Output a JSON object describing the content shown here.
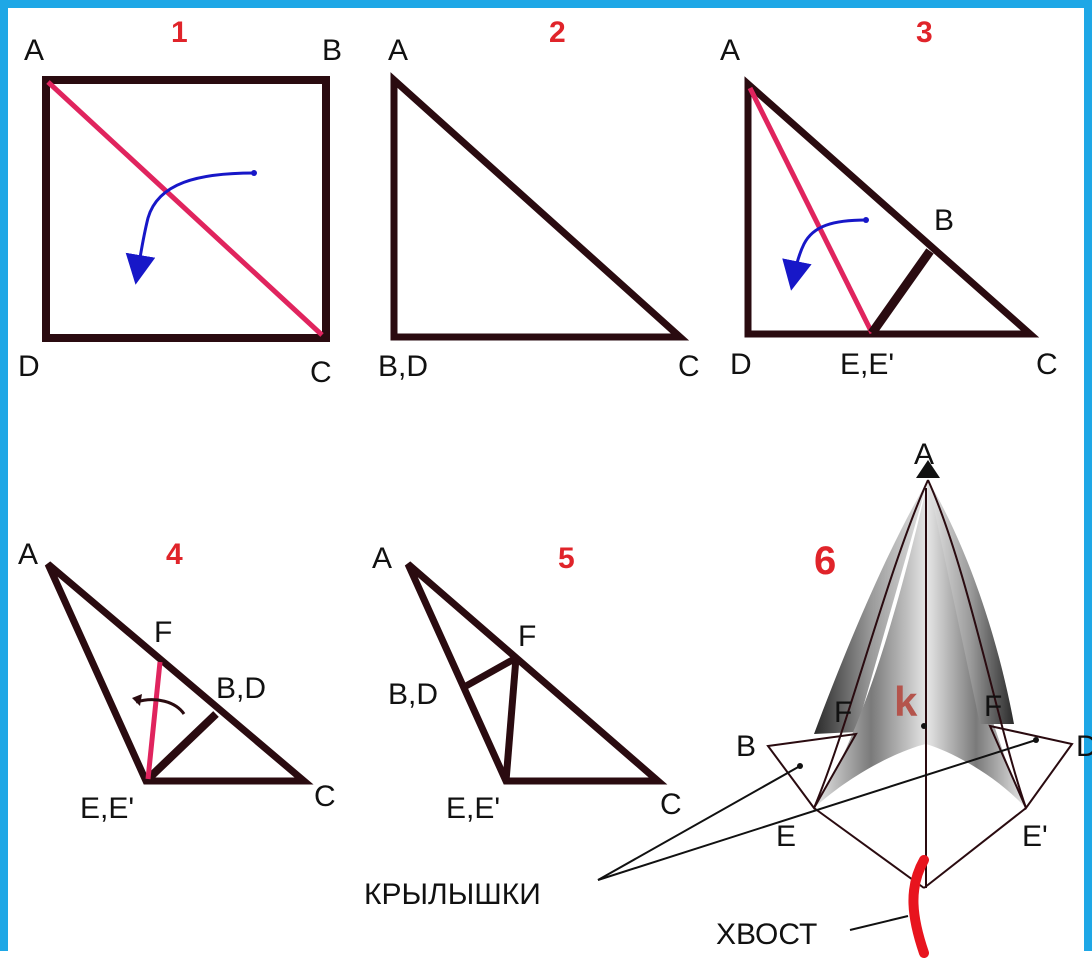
{
  "steps": [
    {
      "number": "1",
      "labels": {
        "a": "A",
        "b": "B",
        "c": "C",
        "d": "D"
      }
    },
    {
      "number": "2",
      "labels": {
        "a": "A",
        "bd": "B,D",
        "c": "C"
      }
    },
    {
      "number": "3",
      "labels": {
        "a": "A",
        "b": "B",
        "c": "C",
        "d": "D",
        "ee": "E,E'"
      }
    },
    {
      "number": "4",
      "labels": {
        "a": "A",
        "f": "F",
        "bd": "B,D",
        "ee": "E,E'",
        "c": "C"
      }
    },
    {
      "number": "5",
      "labels": {
        "a": "A",
        "f": "F",
        "bd": "B,D",
        "ee": "E,E'",
        "c": "C"
      }
    },
    {
      "number": "6",
      "labels": {
        "a": "A",
        "b": "B",
        "f1": "F",
        "f2": "F",
        "d": "D",
        "e": "E",
        "e2": "E'",
        "k": "k"
      },
      "captions": {
        "wings": "КРЫЛЫШКИ",
        "tail": "ХВОСТ"
      }
    }
  ],
  "colors": {
    "frame": "#1ea7e6",
    "edge": "#2a0b10",
    "fold_line": "#e0245e",
    "arrow": "#1717c8",
    "step_number": "#e0242a",
    "k_label": "#b4544c",
    "tail": "#e8141e"
  }
}
